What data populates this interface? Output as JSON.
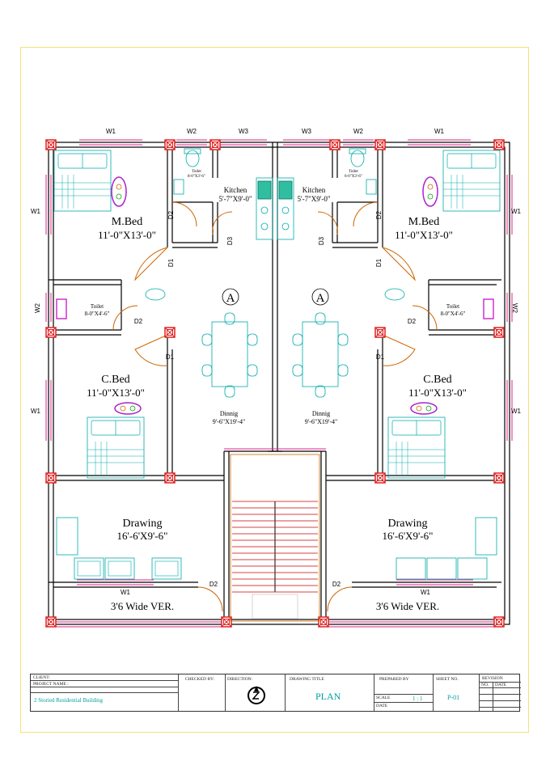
{
  "labels": {
    "w1": "W1",
    "w2": "W2",
    "w3": "W3",
    "d1": "D1",
    "d2": "D2",
    "d3": "D3",
    "unit_marker": "A"
  },
  "rooms": {
    "mbed_name": "M.Bed",
    "mbed_size": "11'-0\"X13'-0\"",
    "cbed_name": "C.Bed",
    "cbed_size": "11'-0\"X13'-0\"",
    "kitchen_name": "Kitchen",
    "kitchen_size": "5'-7\"X9'-0\"",
    "toilet_top_name": "Toilet",
    "toilet_top_size_left": "8-0\"X3'-6\"",
    "toilet_top_size_right": "6-0\"X3'-6\"",
    "toilet_mid_name": "Toilet",
    "toilet_mid_size": "8-0\"X4'-6\"",
    "dining_name": "Dinnig",
    "dining_size": "9'-6\"X19'-4\"",
    "drawing_name": "Drawing",
    "drawing_size": "16'-6'X9'-6\"",
    "verandah": "3'6 Wide VER."
  },
  "title_block": {
    "client": "CLIENT:",
    "project_name": "PROJECT NAME :",
    "project_value": "2  Storied Residential Building",
    "checked_by": "CHECKED BY:",
    "direction": "DIRECTION:",
    "drawing_title": "DRAWING TITLE",
    "drawing_title_value": "PLAN",
    "prepared_by": "PREPARED BY",
    "scale": "SCALE",
    "scale_value": "1 : 1",
    "date": "DATE",
    "sheet_no": "SHEET NO.",
    "sheet_value": "P-01",
    "revision": "REVISION",
    "rev_no": "NO.",
    "rev_date": "DATE"
  },
  "colors": {
    "wall": "#000000",
    "window": "#e0208a",
    "door": "#cc6600",
    "fixture": "#00aaaa",
    "column": "#e02020",
    "stair": "#cc0000",
    "sheet_border": "#f2e27a"
  }
}
